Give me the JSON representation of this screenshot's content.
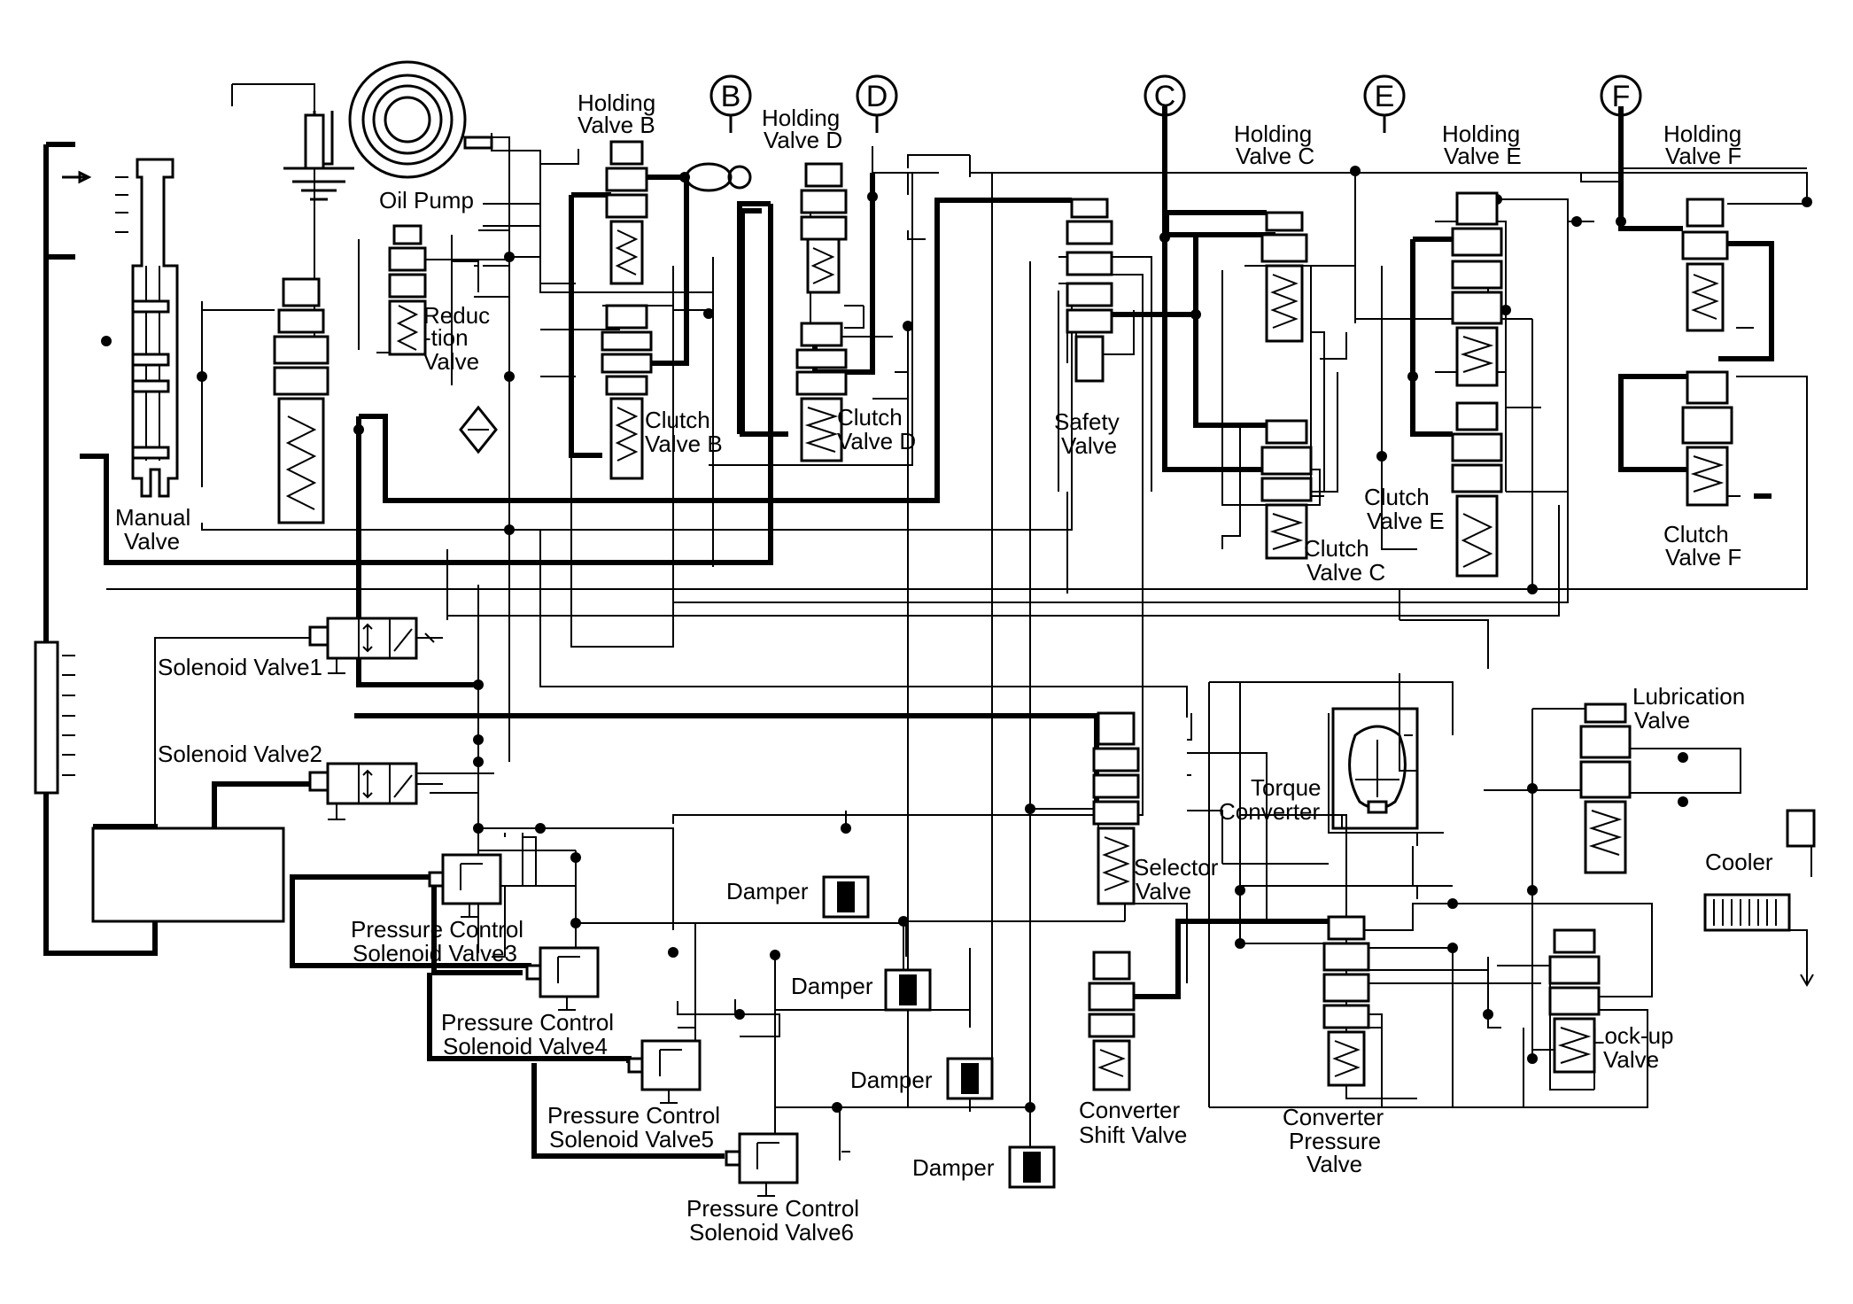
{
  "labels": {
    "oil_pump": "Oil Pump",
    "reduction_valve_1": "Reduc",
    "reduction_valve_2": "-tion",
    "reduction_valve_3": "Valve",
    "manual_valve_1": "Manual",
    "manual_valve_2": "Valve",
    "holding_b_1": "Holding",
    "holding_b_2": "Valve B",
    "holding_d_1": "Holding",
    "holding_d_2": "Valve D",
    "clutch_b_1": "Clutch",
    "clutch_b_2": "Valve B",
    "clutch_d_1": "Clutch",
    "clutch_d_2": "Valve D",
    "safety_1": "Safety",
    "safety_2": "Valve",
    "holding_c_1": "Holding",
    "holding_c_2": "Valve C",
    "holding_e_1": "Holding",
    "holding_e_2": "Valve E",
    "holding_f_1": "Holding",
    "holding_f_2": "Valve F",
    "clutch_c_1": "Clutch",
    "clutch_c_2": "Valve C",
    "clutch_e_1": "Clutch",
    "clutch_e_2": "Valve E",
    "clutch_f_1": "Clutch",
    "clutch_f_2": "Valve F",
    "solenoid_1": "Solenoid Valve1",
    "solenoid_2": "Solenoid Valve2",
    "pcsv3_1": "Pressure Control",
    "pcsv3_2": "Solenoid Valve3",
    "pcsv4_1": "Pressure Control",
    "pcsv4_2": "Solenoid Valve4",
    "pcsv5_1": "Pressure Control",
    "pcsv5_2": "Solenoid Valve5",
    "pcsv6_1": "Pressure Control",
    "pcsv6_2": "Solenoid Valve6",
    "damper_1": "Damper",
    "damper_2": "Damper",
    "damper_3": "Damper",
    "damper_4": "Damper",
    "selector_1": "Selector",
    "selector_2": "Valve",
    "torque_1": "Torque",
    "torque_2": "Converter",
    "lubrication_1": "Lubrication",
    "lubrication_2": "Valve",
    "cooler": "Cooler",
    "lockup_1": "Lock-up",
    "lockup_2": "Valve",
    "conv_shift_1": "Converter",
    "conv_shift_2": "Shift Valve",
    "conv_pressure_1": "Converter",
    "conv_pressure_2": "Pressure",
    "conv_pressure_3": "Valve"
  },
  "circle_markers": {
    "b": "B",
    "d": "D",
    "c": "C",
    "e": "E",
    "f": "F"
  }
}
